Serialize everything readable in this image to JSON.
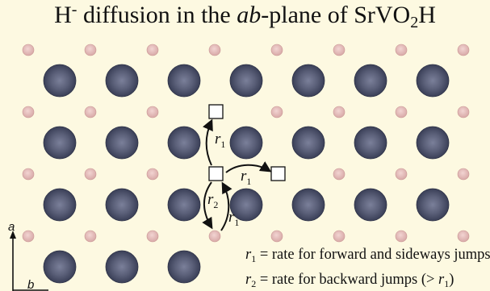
{
  "title": {
    "species": "H",
    "charge": "-",
    "pre": " diffusion in the ",
    "plane": "ab",
    "mid": "-plane of SrVO",
    "subscript": "2",
    "post": "H"
  },
  "jump_labels": {
    "r1_symbol": "r",
    "r1_index": "1",
    "r2_symbol": "r",
    "r2_index": "2"
  },
  "axes": {
    "a": "a",
    "b": "b"
  },
  "legend": [
    {
      "symbol": "r",
      "index": "1",
      "text": " = rate for forward and sideways jumps"
    },
    {
      "symbol": "r",
      "index": "2",
      "text": " = rate for backward jumps (> ",
      "ref_symbol": "r",
      "ref_index": "1",
      "tail": ")"
    }
  ],
  "colors": {
    "background": "#fdf9e1",
    "large_atom": "#4a5069",
    "small_atom": "#e4b9b7",
    "vacancy_fill": "#ffffff",
    "arrow": "#111111"
  }
}
